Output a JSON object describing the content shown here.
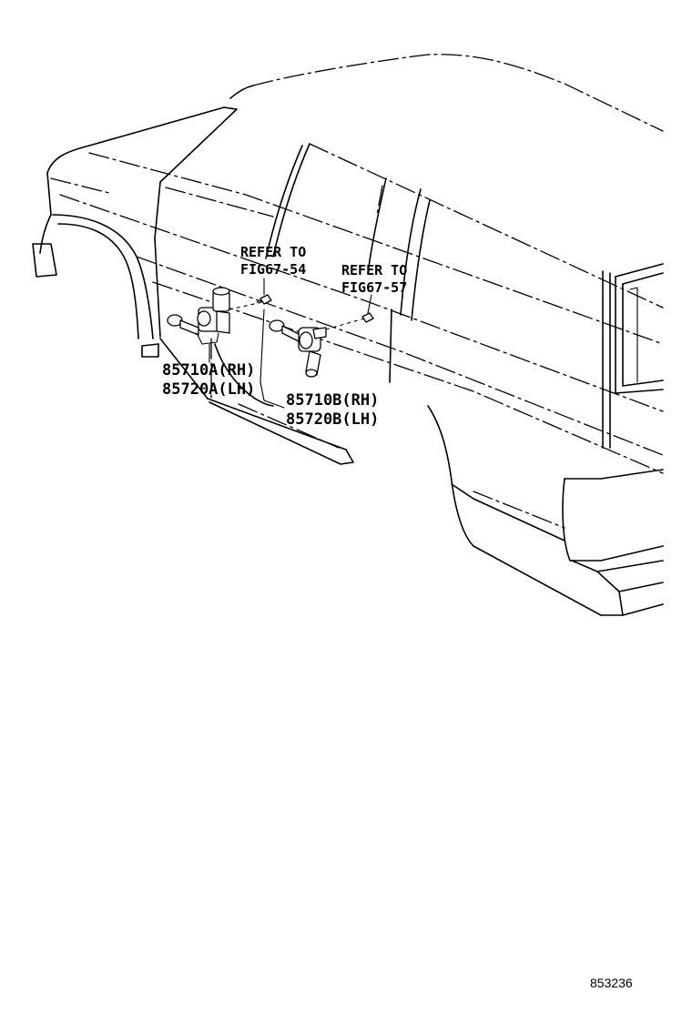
{
  "diagram": {
    "callouts": [
      {
        "id": "refer-a",
        "line1": "REFER TO",
        "line2": "FIG67-54"
      },
      {
        "id": "refer-b",
        "line1": "REFER TO",
        "line2": "FIG67-57"
      }
    ],
    "parts": [
      {
        "id": "part-a-rh",
        "label": "85710A(RH)"
      },
      {
        "id": "part-a-lh",
        "label": "85720A(LH)"
      },
      {
        "id": "part-b-rh",
        "label": "85710B(RH)"
      },
      {
        "id": "part-b-lh",
        "label": "85720B(LH)"
      }
    ],
    "catalog_number": "853236"
  }
}
